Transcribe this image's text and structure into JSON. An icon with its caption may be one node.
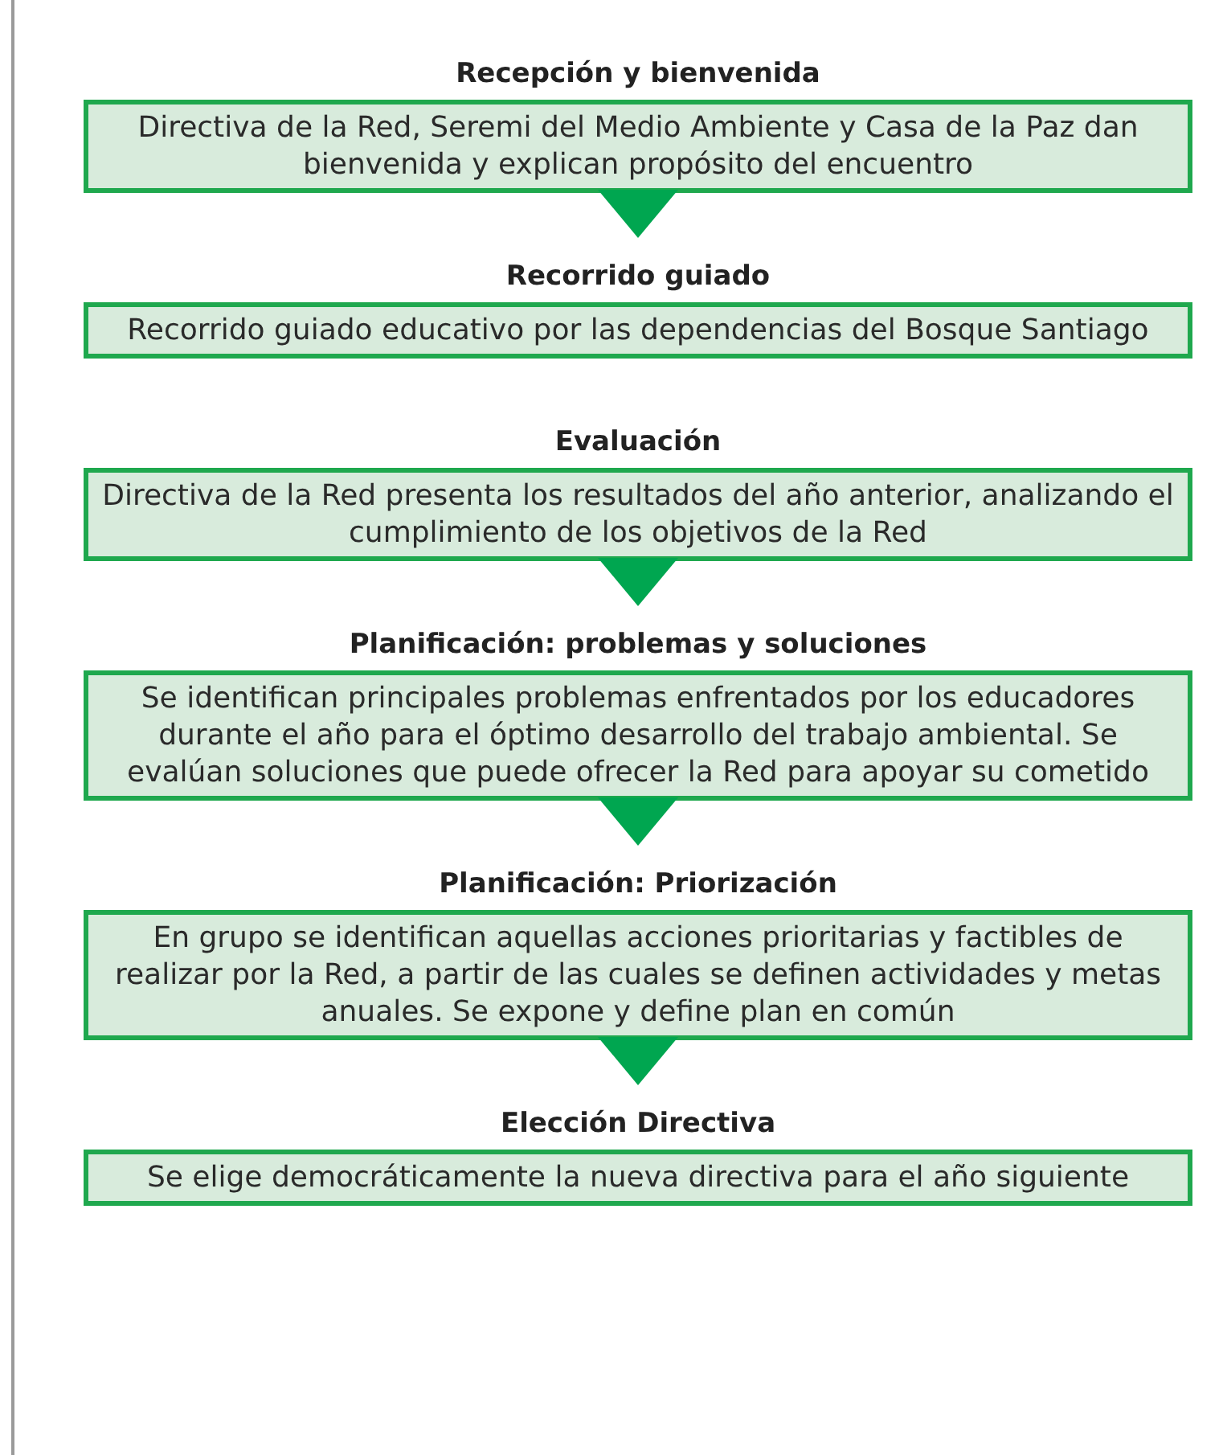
{
  "diagram": {
    "nodes": [
      {
        "text": [
          "Recepción y bienvenida",
          "Directiva de la Red, Seremi del Medio Ambiente y Casa de la Paz dan bienvenida y explican propósito del encuentro"
        ]
      },
      {
        "text": [
          "Recorrido guiado",
          "Recorrido guiado educativo por las dependencias del Bosque Santiago"
        ]
      },
      {
        "text": [
          "Evaluación",
          "Directiva de la Red presenta los resultados del año anterior, analizando el cumplimiento de los objetivos de la Red"
        ]
      },
      {
        "text": [
          "Planificación: problemas y soluciones",
          "Se identifican principales problemas enfrentados por los educadores durante el año para el óptimo desarrollo del trabajo ambiental. Se evalúan soluciones que puede ofrecer la Red para apoyar su cometido"
        ]
      },
      {
        "text": [
          "Planificación: Priorización",
          "En grupo se identifican aquellas acciones prioritarias y factibles de realizar por la Red, a partir de las cuales se definen actividades y metas anuales. Se expone y define plan en común"
        ]
      },
      {
        "text": [
          "Elección Directiva",
          "Se elige democráticamente la nueva directiva para el año siguiente"
        ]
      }
    ],
    "edges": [
      {
        "from": 0,
        "to": 1,
        "arrow": "to"
      },
      {
        "from": 2,
        "to": 3,
        "arrow": "to"
      },
      {
        "from": 3,
        "to": 4,
        "arrow": "to"
      },
      {
        "from": 4,
        "to": 5,
        "arrow": "to"
      }
    ]
  }
}
